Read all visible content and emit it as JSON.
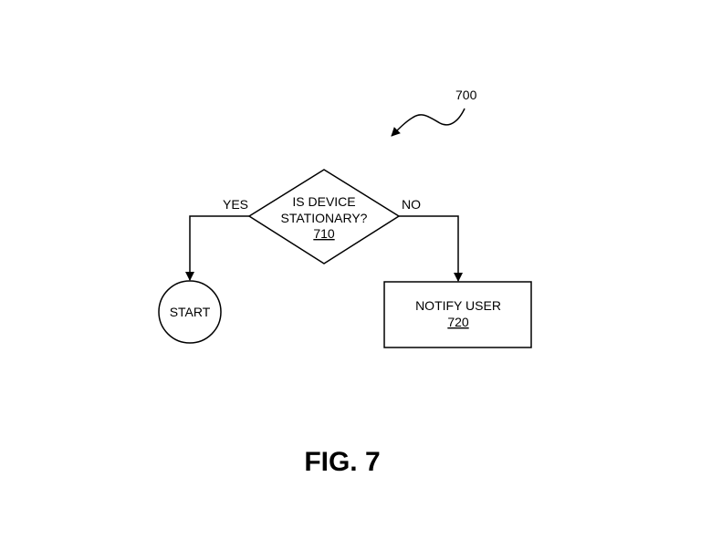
{
  "figure_ref": "700",
  "decision": {
    "line1": "IS DEVICE",
    "line2": "STATIONARY?",
    "ref": "710"
  },
  "branch_yes": "YES",
  "branch_no": "NO",
  "start": "START",
  "notify": {
    "label": "NOTIFY USER",
    "ref": "720"
  },
  "figure_caption": "FIG. 7"
}
